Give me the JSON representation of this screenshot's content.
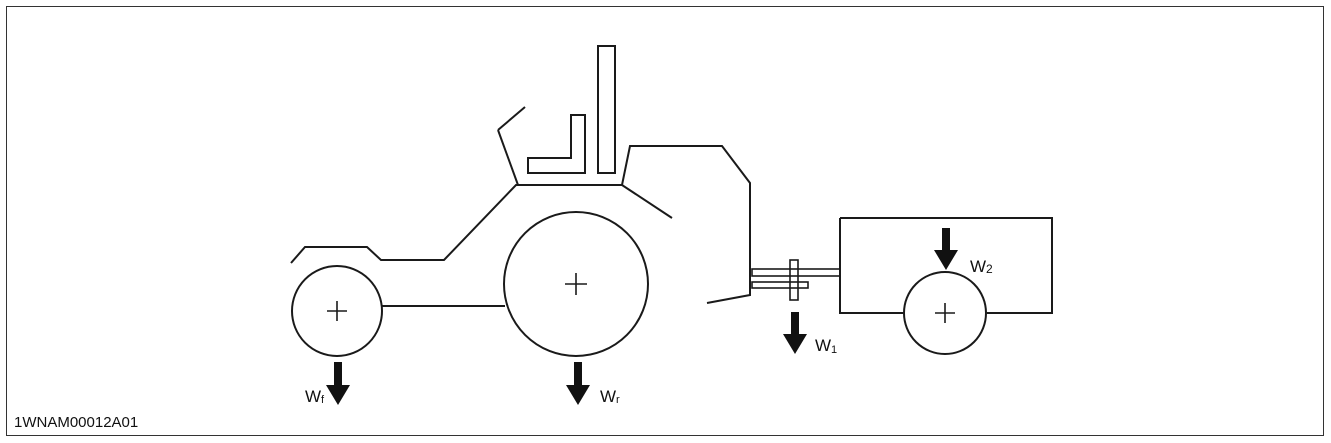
{
  "figure": {
    "code": "1WNAM00012A01"
  },
  "labels": {
    "front_wheel_load": {
      "main": "W",
      "sub": "f"
    },
    "rear_wheel_load": {
      "main": "W",
      "sub": "r"
    },
    "hitch_load": {
      "main": "W",
      "sub": "1"
    },
    "trailer_load": {
      "main": "W",
      "sub": "2"
    }
  },
  "colors": {
    "line": "#1a1a1a",
    "frame": "#333333",
    "background": "#ffffff"
  }
}
